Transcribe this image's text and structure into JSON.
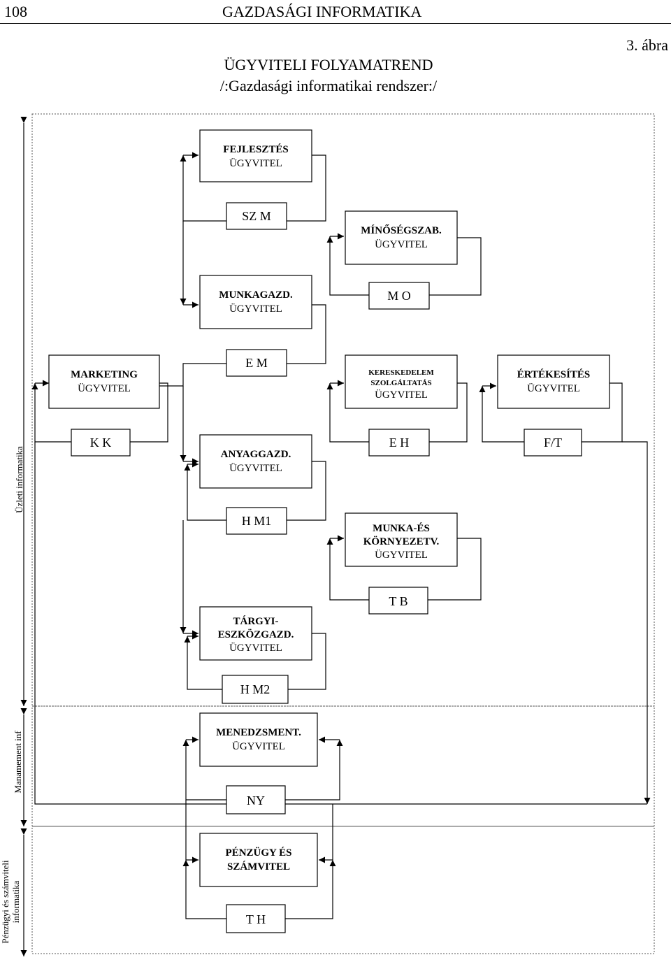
{
  "header": {
    "page_number": "108",
    "book_title": "GAZDASÁGI INFORMATIKA"
  },
  "figure_number": "3. ábra",
  "title": {
    "main": "ÜGYVITELI FOLYAMATREND",
    "subtitle": "/:Gazdasági informatikai rendszer:/"
  },
  "side_labels": {
    "business": "Üzleti informatika",
    "management": "Manamement inf",
    "finance_line1": "Pénzügyi és számviteli",
    "finance_line2": "informatika"
  },
  "boxes": {
    "fejlesztes": {
      "line1": "FEJLESZTÉS",
      "line2": "ÜGYVITEL"
    },
    "szm": {
      "line1": "SZ M"
    },
    "minoseg": {
      "line1": "MÍNŐSÉGSZAB.",
      "line2": "ÜGYVITEL"
    },
    "munkagazd": {
      "line1": "MUNKAGAZD.",
      "line2": "ÜGYVITEL"
    },
    "mo": {
      "line1": "M O"
    },
    "marketing": {
      "line1": "MARKETING",
      "line2": "ÜGYVITEL"
    },
    "em": {
      "line1": "E M"
    },
    "kereskedelem": {
      "line1": "KERESKEDELEM",
      "line2": "SZOLGÁLTATÁS",
      "line3": "ÜGYVITEL"
    },
    "ertekesites": {
      "line1": "ÉRTÉKESÍTÉS",
      "line2": "ÜGYVITEL"
    },
    "kk": {
      "line1": "K K"
    },
    "anyaggazd": {
      "line1": "ANYAGGAZD.",
      "line2": "ÜGYVITEL"
    },
    "eh": {
      "line1": "E H"
    },
    "ft": {
      "line1": "F/T"
    },
    "hm1": {
      "line1": "H M1"
    },
    "munkaes": {
      "line1": "MUNKA-ÉS",
      "line2": "KÖRNYEZETV.",
      "line3": "ÜGYVITEL"
    },
    "tb": {
      "line1": "T B"
    },
    "targyi": {
      "line1": "TÁRGYI-",
      "line2": "ESZKÖZGAZD.",
      "line3": "ÜGYVITEL"
    },
    "hm2": {
      "line1": "H M2"
    },
    "menedzsment": {
      "line1": "MENEDZSMENT.",
      "line2": "ÜGYVITEL"
    },
    "ny": {
      "line1": "NY"
    },
    "penzugy": {
      "line1": "PÉNZÜGY ÉS",
      "line2": "SZÁMVITEL"
    },
    "th": {
      "line1": "T H"
    }
  }
}
